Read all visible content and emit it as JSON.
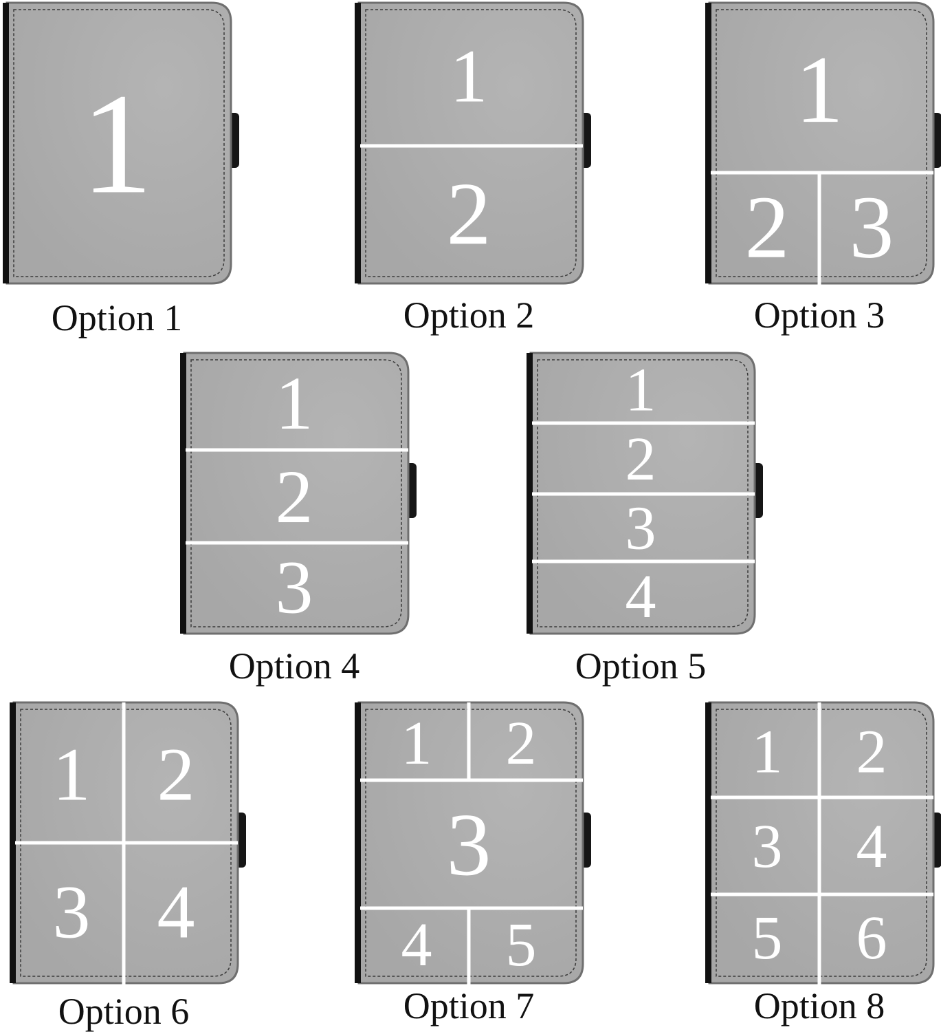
{
  "colors": {
    "background": "#ffffff",
    "case_fill": "#a7a7a7",
    "case_border": "#6f6f6f",
    "spine": "#111111",
    "tab": "#161616",
    "divider": "#ffffff",
    "number": "#ffffff",
    "stitch": "#3a3a3a"
  },
  "options": [
    {
      "caption": "Option 1",
      "cells": [
        {
          "label": "1"
        }
      ]
    },
    {
      "caption": "Option 2",
      "cells": [
        {
          "label": "1"
        },
        {
          "label": "2"
        }
      ]
    },
    {
      "caption": "Option 3",
      "cells": [
        {
          "label": "1"
        },
        {
          "label": "2"
        },
        {
          "label": "3"
        }
      ]
    },
    {
      "caption": "Option 4",
      "cells": [
        {
          "label": "1"
        },
        {
          "label": "2"
        },
        {
          "label": "3"
        }
      ]
    },
    {
      "caption": "Option 5",
      "cells": [
        {
          "label": "1"
        },
        {
          "label": "2"
        },
        {
          "label": "3"
        },
        {
          "label": "4"
        }
      ]
    },
    {
      "caption": "Option 6",
      "cells": [
        {
          "label": "1"
        },
        {
          "label": "2"
        },
        {
          "label": "3"
        },
        {
          "label": "4"
        }
      ]
    },
    {
      "caption": "Option 7",
      "cells": [
        {
          "label": "1"
        },
        {
          "label": "2"
        },
        {
          "label": "3"
        },
        {
          "label": "4"
        },
        {
          "label": "5"
        }
      ]
    },
    {
      "caption": "Option 8",
      "cells": [
        {
          "label": "1"
        },
        {
          "label": "2"
        },
        {
          "label": "3"
        },
        {
          "label": "4"
        },
        {
          "label": "5"
        },
        {
          "label": "6"
        }
      ]
    }
  ]
}
